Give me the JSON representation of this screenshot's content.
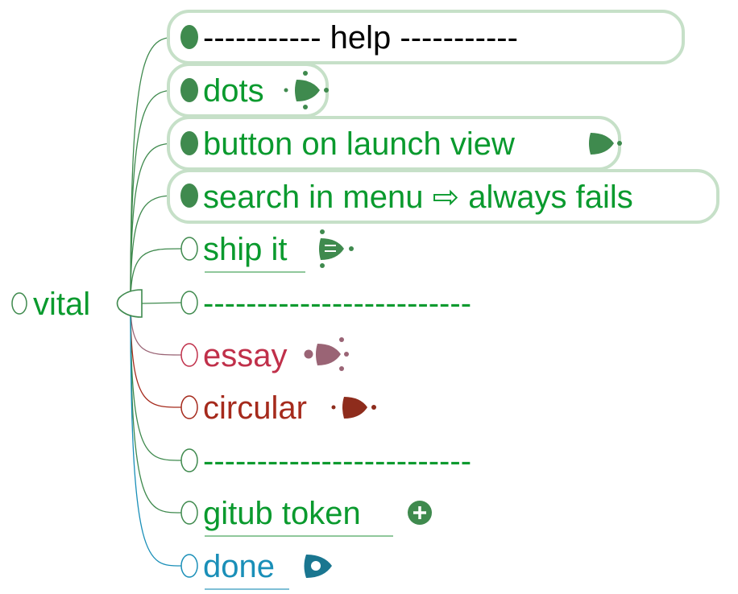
{
  "colors": {
    "green": "#0a9a2e",
    "dark_green": "#3f8a4e",
    "pill_border": "#c6e0c8",
    "black": "#000000",
    "essay": "#c0304a",
    "essay_dot": "#9a6475",
    "circular": "#a52a1c",
    "circular_dot": "#8e2c1c",
    "blue": "#1a8fb8",
    "blue_icon": "#1a7690"
  },
  "root": {
    "label": "vital"
  },
  "nodes": [
    {
      "label": "----------- help -----------",
      "state": "filled",
      "style": "pill",
      "text_color": "black",
      "icon": ""
    },
    {
      "label": "dots",
      "state": "filled",
      "style": "pill",
      "text_color": "green",
      "icon": "reveal-dot-icon"
    },
    {
      "label": "button on launch view",
      "state": "filled",
      "style": "pill",
      "text_color": "green",
      "icon": "reveal-dot-icon"
    },
    {
      "label": "search in menu ⇨ always fails",
      "state": "filled",
      "style": "pill",
      "text_color": "green",
      "icon": ""
    },
    {
      "label": "ship it",
      "state": "open",
      "style": "underline",
      "text_color": "green",
      "icon": "note-reveal-icon"
    },
    {
      "label": "-------------------------",
      "state": "open",
      "style": "plain",
      "text_color": "green",
      "icon": ""
    },
    {
      "label": "essay",
      "state": "open",
      "style": "plain",
      "text_color": "essay",
      "icon": "reveal-dot-icon"
    },
    {
      "label": "circular",
      "state": "open",
      "style": "plain",
      "text_color": "circular",
      "icon": "reveal-dot-icon"
    },
    {
      "label": "-------------------------",
      "state": "open",
      "style": "plain",
      "text_color": "green",
      "icon": ""
    },
    {
      "label": "gitub token",
      "state": "open",
      "style": "underline",
      "text_color": "green",
      "icon": "plus-circle-icon"
    },
    {
      "label": "done",
      "state": "open",
      "style": "underline",
      "text_color": "blue",
      "icon": "ring-icon"
    }
  ]
}
